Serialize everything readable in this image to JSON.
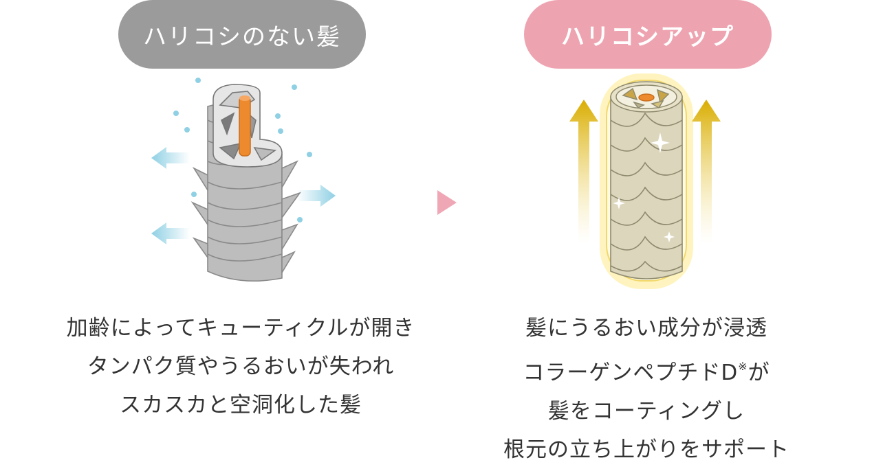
{
  "left_panel": {
    "title": "ハリコシのない髪",
    "caption_lines": [
      "加齢によってキューティクルが開き",
      "タンパク質やうるおいが失われ",
      "スカスカと空洞化した髪"
    ]
  },
  "right_panel": {
    "title": "ハリコシアップ",
    "caption_lines": [
      "髪にうるおい成分が浸透",
      "コラーゲンペプチドD",
      "髪をコーティングし",
      "根元の立ち上がりをサポート"
    ],
    "caption_ref_mark": "※",
    "caption_ref_tail": "が"
  },
  "colors": {
    "left_pill": "#9b9b9b",
    "right_pill": "#eea4b0",
    "damaged_hair": "#bdbdbd",
    "healthy_hair": "#dcd6bc",
    "glow": "#fff0a8",
    "gold_arrow": "#d9ad00",
    "outflow_arrow": "#8fd0e4",
    "core": "#ee8a2e",
    "arrow_between": "#f0a7b5"
  },
  "icons": {
    "between_arrow": "triangle-right-icon",
    "outflow_arrows": "arrow-icon",
    "sparkles": "sparkle-icon"
  }
}
